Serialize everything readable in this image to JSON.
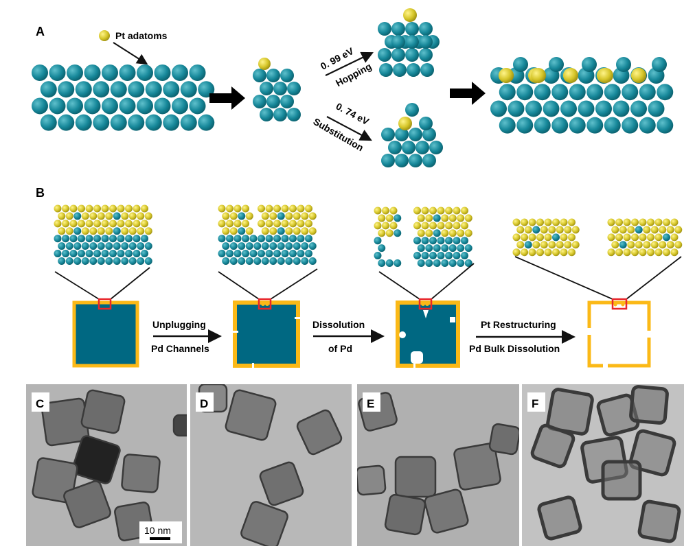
{
  "panel_a": {
    "label": "A",
    "adatom_label": "Pt adatoms",
    "hopping_energy": "0. 99 eV",
    "hopping_label": "Hopping",
    "substitution_energy": "0. 74 eV",
    "substitution_label": "Substitution"
  },
  "panel_b": {
    "label": "B",
    "step1_top": "Unplugging",
    "step1_bottom": "Pd Channels",
    "step2_top": "Dissolution",
    "step2_bottom": "of Pd",
    "step3_top": "Pt Restructuring",
    "step3_bottom": "Pd Bulk Dissolution"
  },
  "tem": {
    "labels": [
      "C",
      "D",
      "E",
      "F"
    ],
    "scale_bar": "10 nm"
  },
  "colors": {
    "pd": "#1a8d9c",
    "pt": "#d9cb2e",
    "cube": "#006882",
    "shell": "#fbb917",
    "marker": "#e8262a"
  }
}
